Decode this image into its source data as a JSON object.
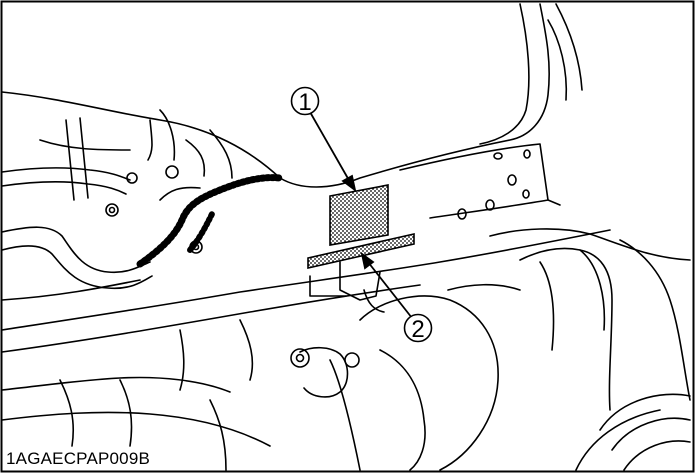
{
  "figure": {
    "code": "1AGAECPAP009B",
    "callouts": [
      {
        "id": "callout-1",
        "label": "1"
      },
      {
        "id": "callout-2",
        "label": "2"
      }
    ]
  }
}
